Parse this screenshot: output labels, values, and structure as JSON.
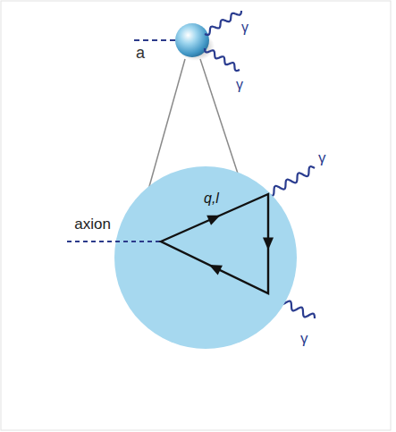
{
  "diagram": {
    "nodes": [
      {
        "text": [
          "axion",
          "q,l"
        ]
      }
    ],
    "labels": [
      "a",
      "γ",
      "γ",
      "γ",
      "γ"
    ]
  }
}
